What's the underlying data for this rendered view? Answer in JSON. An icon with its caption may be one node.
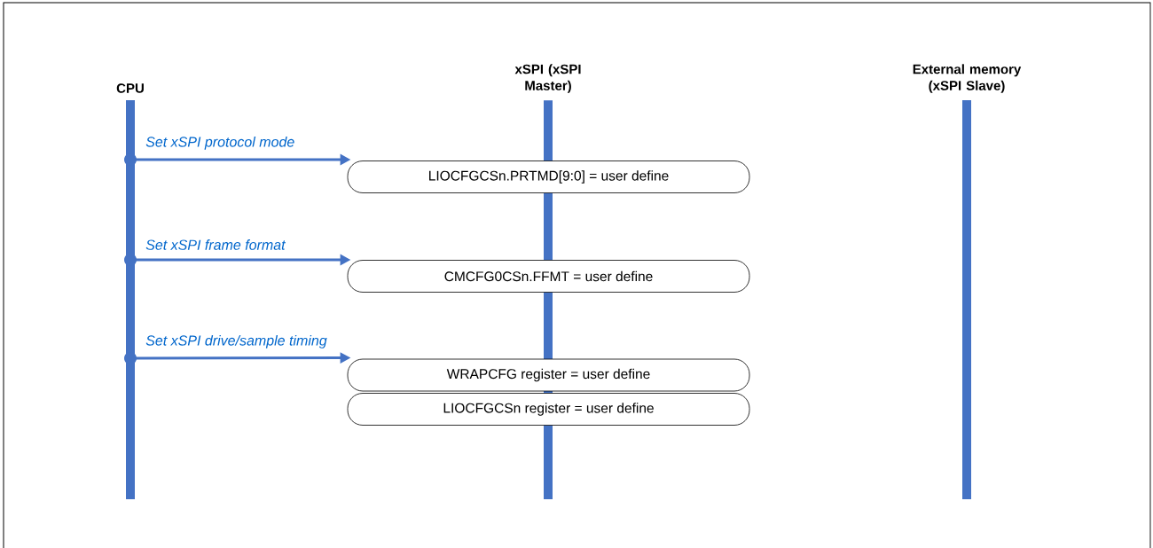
{
  "diagram": {
    "nodes": [
      {
        "text": [
          "CPU"
        ]
      },
      {
        "text": [
          "xSPI (xSPI Master)"
        ]
      },
      {
        "text": [
          "External memory (xSPI Slave)"
        ]
      },
      {
        "text": [
          "LIOCFGCSn.PRTMD[9:0] = user define"
        ]
      },
      {
        "text": [
          "CMCFG0CSn.FFMT = user define"
        ]
      },
      {
        "text": [
          "WRAPCFG register = user define"
        ]
      },
      {
        "text": [
          "LIOCFGCSn register = user define"
        ]
      }
    ],
    "edges": [
      {
        "from": 0,
        "to": 3,
        "arrow": "to",
        "label": "Set xSPI protocol mode"
      },
      {
        "from": 0,
        "to": 4,
        "arrow": "to",
        "label": "Set xSPI frame format"
      },
      {
        "from": 0,
        "to": 5,
        "arrow": "to",
        "label": "Set xSPI drive/sample timing"
      }
    ]
  }
}
